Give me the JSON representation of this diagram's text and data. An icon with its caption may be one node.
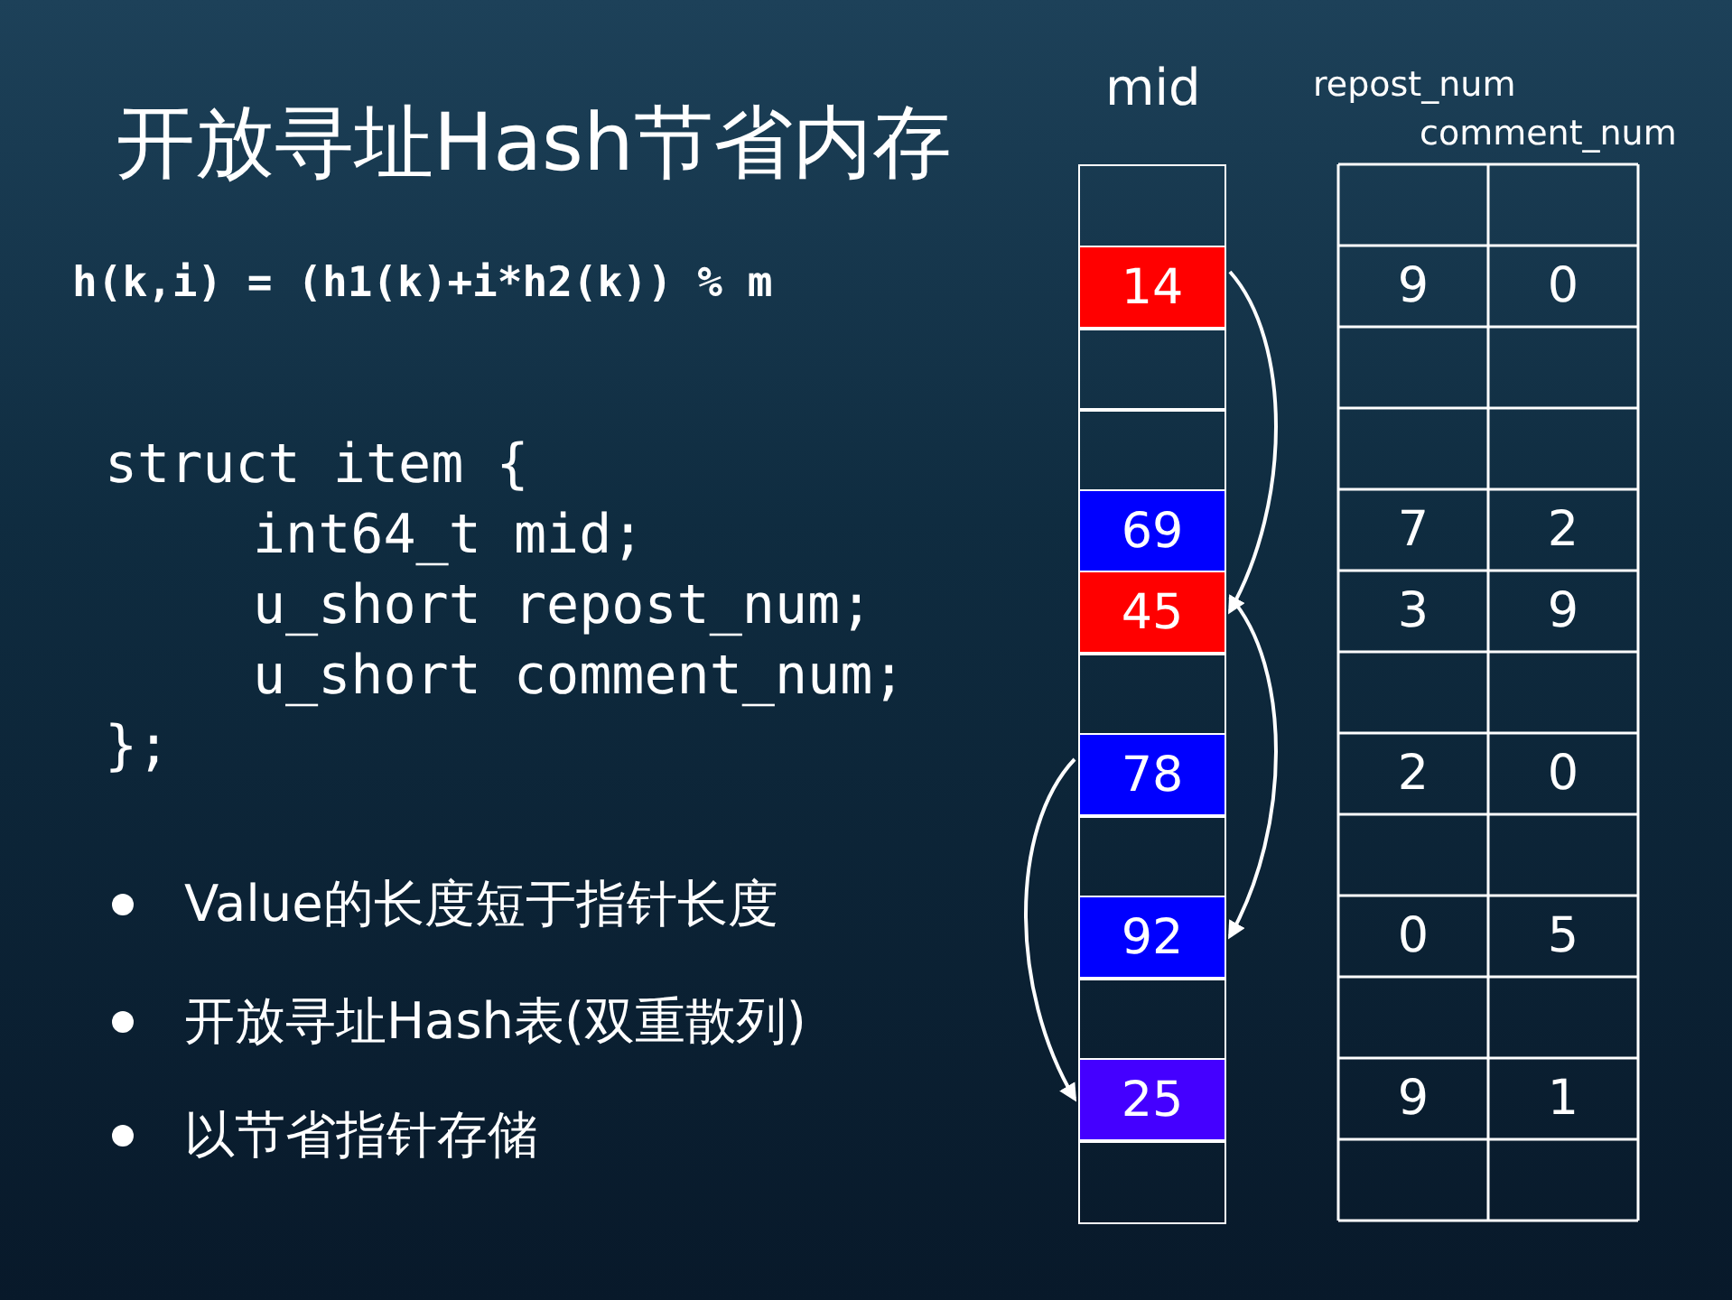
{
  "diagram": {
    "title": "开放寻址Hash节省内存",
    "nodes": [
      {
        "text": [],
        "shape": "box"
      },
      {
        "text": [
          "14"
        ]
      },
      {
        "text": [],
        "shape": "box"
      },
      {
        "text": [],
        "shape": "box"
      },
      {
        "text": [
          "69"
        ]
      },
      {
        "text": [
          "45"
        ]
      },
      {
        "text": [],
        "shape": "box"
      },
      {
        "text": [
          "78"
        ]
      },
      {
        "text": [],
        "shape": "box"
      },
      {
        "text": [
          "92"
        ]
      },
      {
        "text": [],
        "shape": "box"
      },
      {
        "text": [
          "25"
        ]
      },
      {
        "text": [],
        "shape": "box"
      }
    ],
    "edges": [
      {
        "from": 1,
        "to": 5,
        "arrow": "to"
      },
      {
        "from": 5,
        "to": 9,
        "arrow": "to"
      },
      {
        "from": 7,
        "to": 11,
        "arrow": "to"
      }
    ],
    "labels": [
      "mid",
      "repost_num",
      "comment_num",
      "h(k,i) = (h1(k)+i*h2(k)) % m",
      "struct item {",
      "int64_t mid;",
      "u_short repost_num;",
      "u_short comment_num;",
      "};",
      "Value的长度短于指针长度",
      "开放寻址Hash表(双重散列)",
      "以节省指针存储",
      "9",
      "0",
      "7",
      "2",
      "3",
      "9",
      "2",
      "0",
      "0",
      "5",
      "9",
      "1"
    ]
  }
}
